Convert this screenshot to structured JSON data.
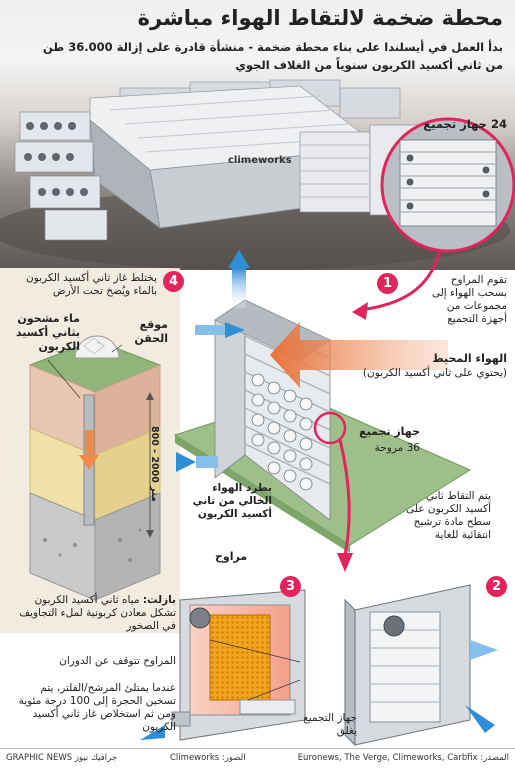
{
  "header": {
    "title": "محطة ضخمة لالتقاط الهواء مباشرة",
    "subtitle_line1": "بدأ العمل في أيسلندا على بناء محطة ضخمة - منشأة قادرة على إزالة 36.000 طن",
    "subtitle_line2": "من ثاني أكسيد الكربون سنوياً من الغلاف الجوي",
    "building_logo": "climeworks"
  },
  "photo": {
    "units_label": "24 جهاز تجميع"
  },
  "steps": {
    "step1": {
      "number": "1",
      "text": "تقوم المراوح بسحب الهواء إلى مجموعات من أجهزة التجميع"
    },
    "step2": {
      "number": "2",
      "text": "يتم التقاط ثاني أكسيد الكربون على سطح مادة ترشيح انتقائية للغاية"
    },
    "step3": {
      "number": "3",
      "fans_stop": "المراوح تتوقف عن الدوران",
      "heating": "عندما يمتلئ المرشح/الفلتر، يتم تسخين الحجرة إلى 100 درجة مئوية ومن ثم استخلاص غاز ثاني أكسيد الكربون",
      "collector_closes": "جهاز التجميع يغلق"
    },
    "step4": {
      "number": "4",
      "text": "يختلط غاز ثاني أكسيد الكربون بالماء ويُضخ تحت الأرض"
    }
  },
  "diagram": {
    "ambient_air": "الهواء المحيط",
    "ambient_air_note": "(يحتوي على ثاني أكسيد الكربون)",
    "collector": "جهاز تجميع",
    "fans_count": "36 مروحة",
    "co2_free_air": "يطرد الهواء الخالي من ثاني أكسيد الكربون",
    "fans": "مراوح"
  },
  "left_panel": {
    "water_label": "ماء مشحون بثاني أكسيد الكربون",
    "injection_site": "موقع الحقن",
    "depth": "800 - 2000 متر",
    "basalt_title": "بازلت:",
    "basalt_text": "مياه ثاني أكسيد الكربون تشكل معادن كربونية لملء التجاويف في الصخور"
  },
  "footer": {
    "source": "المصدر: Euronews, The Verge, Climeworks, Carbfix",
    "photos": "الصور: Climeworks",
    "brand": "GRAPHIC NEWS جرافيك نيوز"
  },
  "colors": {
    "accent": "#e3245c",
    "air_blue": "#2f8fd6",
    "co2_orange": "#f08a4b"
  }
}
